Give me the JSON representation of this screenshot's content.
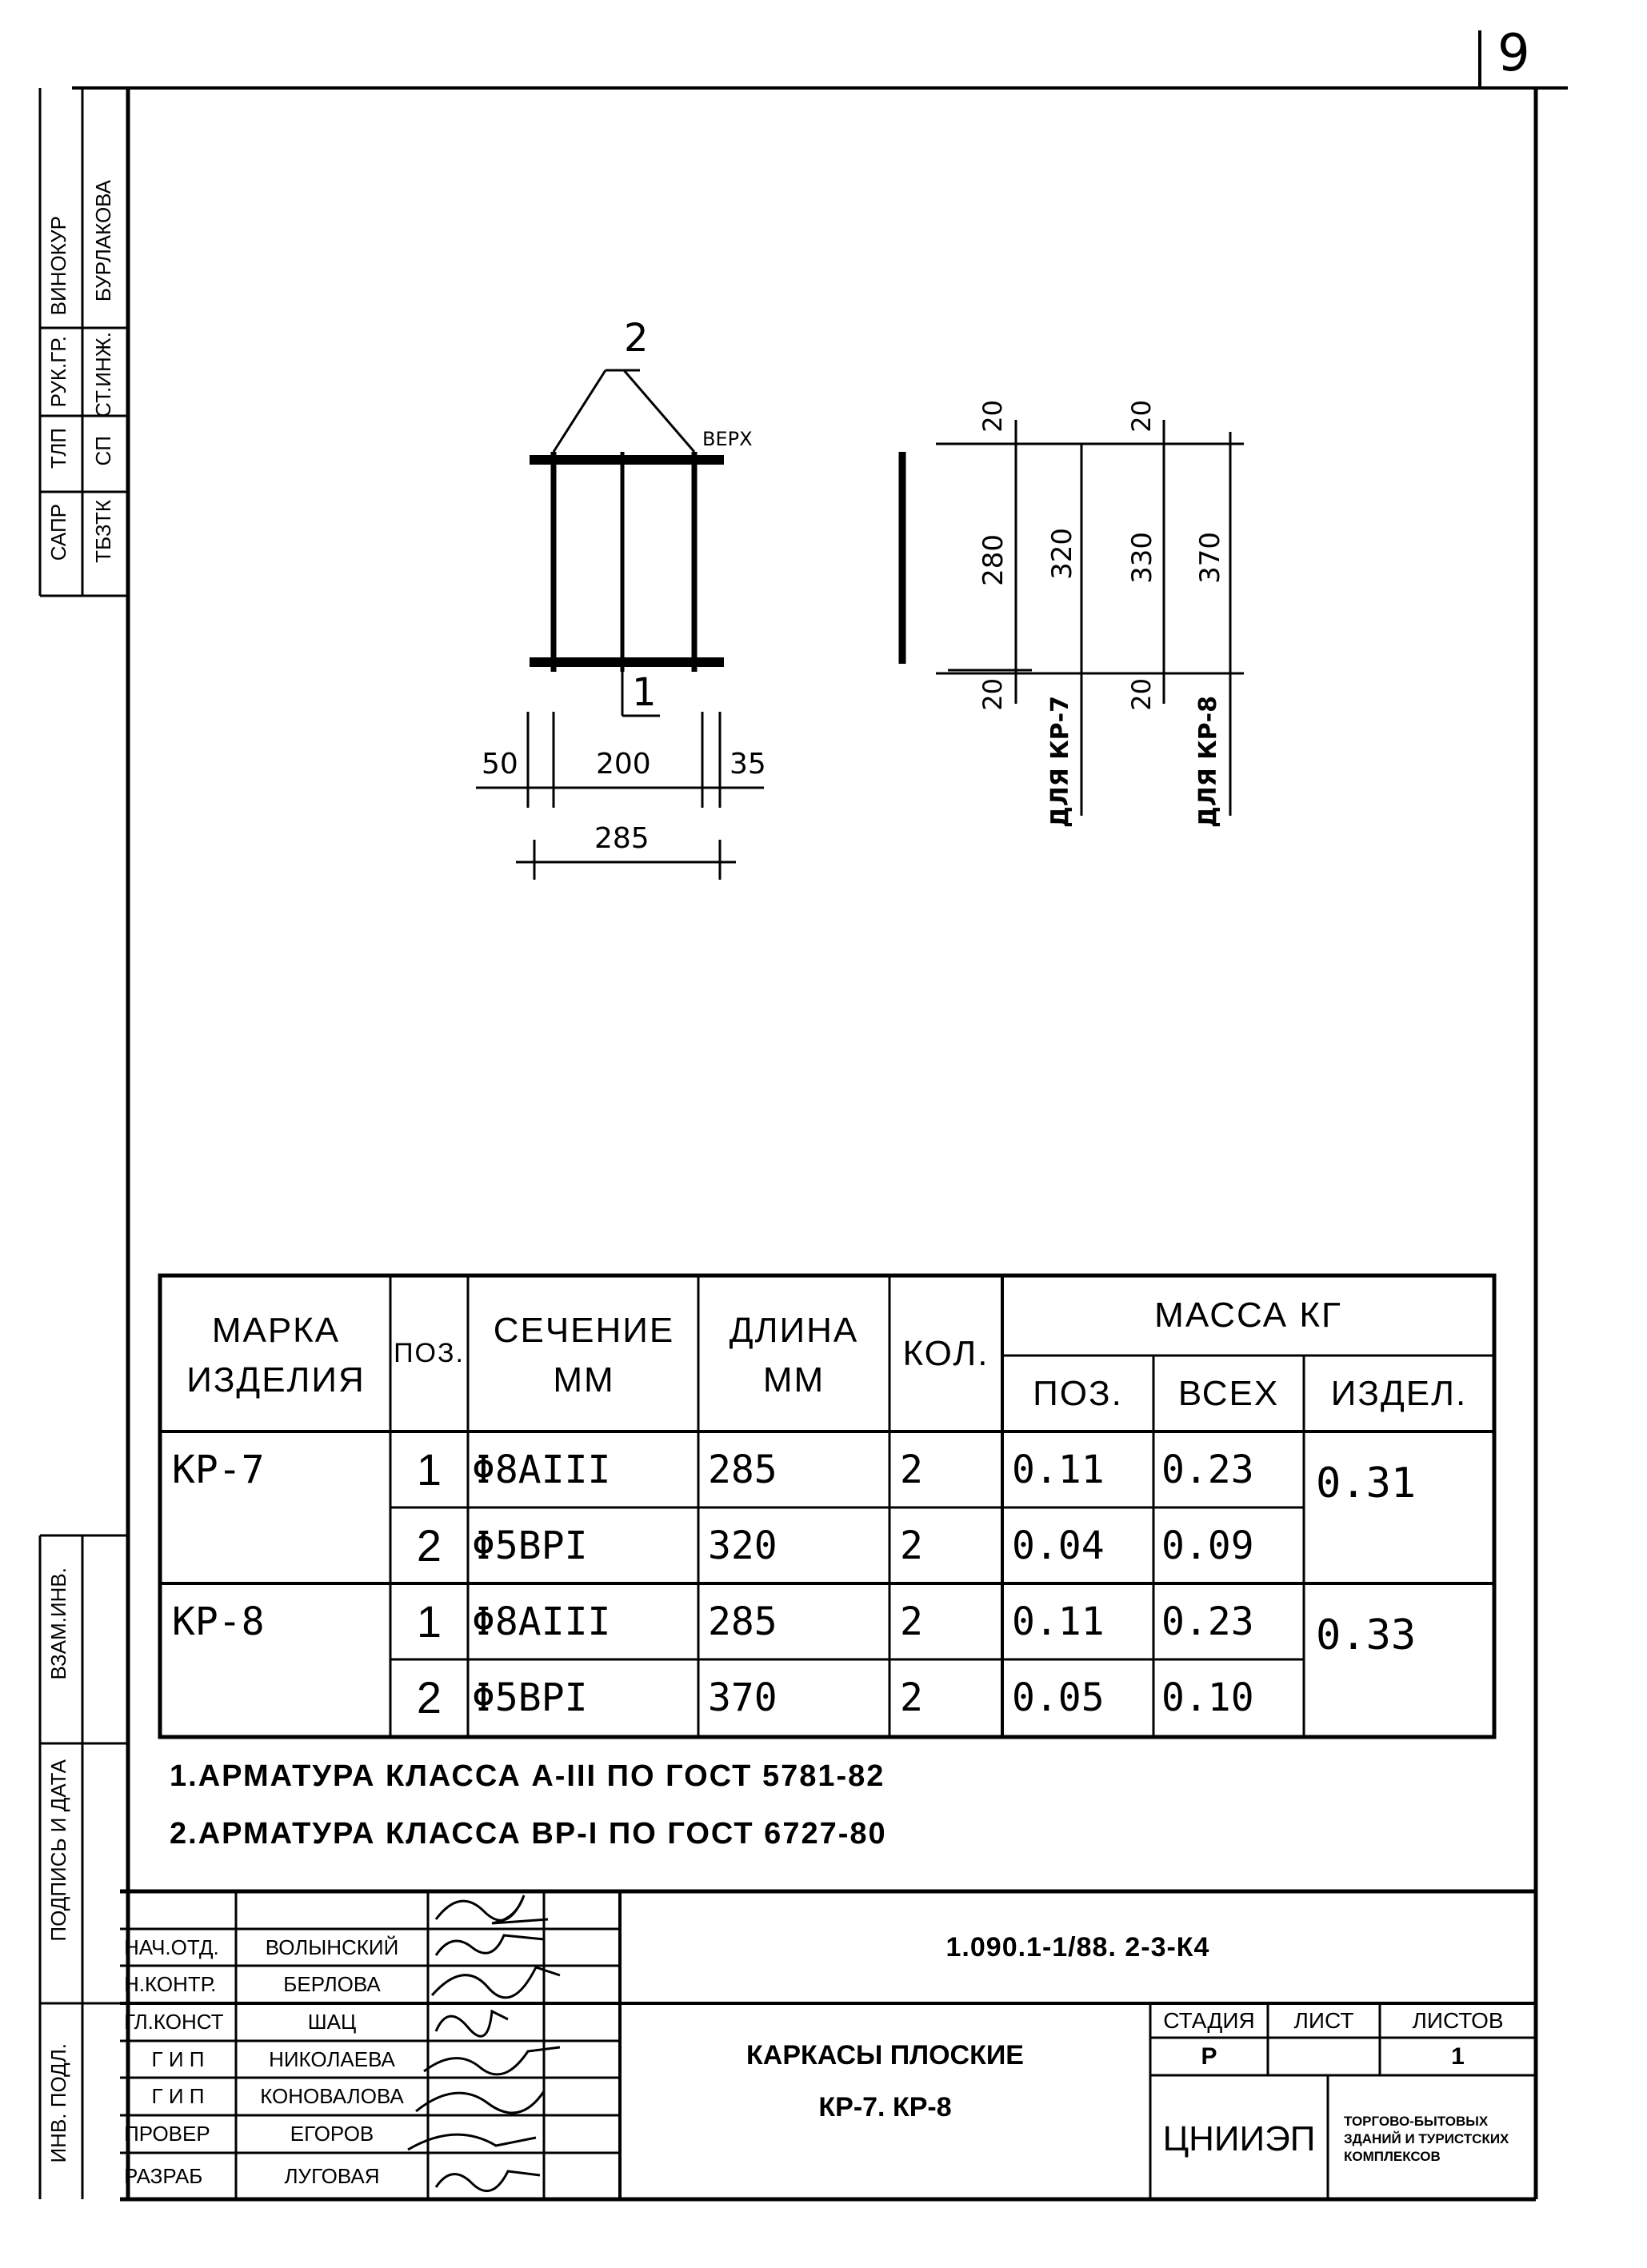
{
  "sheet_number": "9",
  "left_stamp": {
    "cells": [
      "САПР",
      "ТБЗТК",
      "ТЛП",
      "СП",
      "РУК.ГР.",
      "СТ.ИНЖ.",
      "ВИНОКУР",
      "БУРЛАКОВА"
    ],
    "lower": [
      "ВЗАМ.ИНВ.",
      "ПОДПИСЬ И ДАТА",
      "ИНВ. ПОДЛ."
    ]
  },
  "drawing": {
    "pos_top": "2",
    "pos_bottom": "1",
    "verh": "ВЕРХ",
    "dims_horizontal": [
      "50",
      "200",
      "35",
      "285"
    ],
    "dims_kr7": [
      "20",
      "280",
      "320",
      "20"
    ],
    "dims_kr8": [
      "20",
      "330",
      "370",
      "20"
    ],
    "label_kr7": "ДЛЯ КР-7",
    "label_kr8": "ДЛЯ КР-8"
  },
  "spec_table": {
    "headers": {
      "mark": "МАРКА ИЗДЕЛИЯ",
      "pos": "ПОЗ.",
      "section": "СЕЧЕНИЕ ММ",
      "length": "ДЛИНА ММ",
      "qty": "КОЛ.",
      "mass": "МАССА КГ",
      "mass_pos": "ПОЗ.",
      "mass_all": "ВСЕХ",
      "mass_item": "ИЗДЕЛ."
    },
    "groups": [
      {
        "mark": "КР-7",
        "item_mass": "0.31",
        "rows": [
          {
            "pos": "1",
            "section": "Φ8AIII",
            "length": "285",
            "qty": "2",
            "mass_pos": "0.11",
            "mass_all": "0.23"
          },
          {
            "pos": "2",
            "section": "Φ5BPI",
            "length": "320",
            "qty": "2",
            "mass_pos": "0.04",
            "mass_all": "0.09"
          }
        ]
      },
      {
        "mark": "КР-8",
        "item_mass": "0.33",
        "rows": [
          {
            "pos": "1",
            "section": "Φ8AIII",
            "length": "285",
            "qty": "2",
            "mass_pos": "0.11",
            "mass_all": "0.23"
          },
          {
            "pos": "2",
            "section": "Φ5BPI",
            "length": "370",
            "qty": "2",
            "mass_pos": "0.05",
            "mass_all": "0.10"
          }
        ]
      }
    ]
  },
  "notes": [
    "1.АРМАТУРА КЛАССА А-III ПО ГОСТ 5781-82",
    "2.АРМАТУРА КЛАССА ВР-I ПО ГОСТ 6727-80"
  ],
  "title_block": {
    "code": "1.090.1-1/88. 2-3-К4",
    "title_line1": "КАРКАСЫ ПЛОСКИЕ",
    "title_line2": "КР-7. КР-8",
    "stage_label": "СТАДИЯ",
    "sheet_label": "ЛИСТ",
    "sheets_label": "ЛИСТОВ",
    "stage": "Р",
    "sheet": "",
    "sheets": "1",
    "org": "ЦНИИЭП",
    "org_desc": "ТОРГОВО-БЫТОВЫХ ЗДАНИЙ И ТУРИСТСКИХ КОМПЛЕКСОВ",
    "people": [
      {
        "role": "НАЧ.ОТД.",
        "name": "ВОЛЫНСКИЙ"
      },
      {
        "role": "Н.КОНТР.",
        "name": "БЕРЛОВА"
      },
      {
        "role": "ГЛ.КОНСТ",
        "name": "ШАЦ"
      },
      {
        "role": "Г И П",
        "name": "НИКОЛАЕВА"
      },
      {
        "role": "Г И П",
        "name": "КОНОВАЛОВА"
      },
      {
        "role": "ПРОВЕР",
        "name": "ЕГОРОВ"
      },
      {
        "role": "РАЗРАБ",
        "name": "ЛУГОВАЯ"
      }
    ]
  }
}
